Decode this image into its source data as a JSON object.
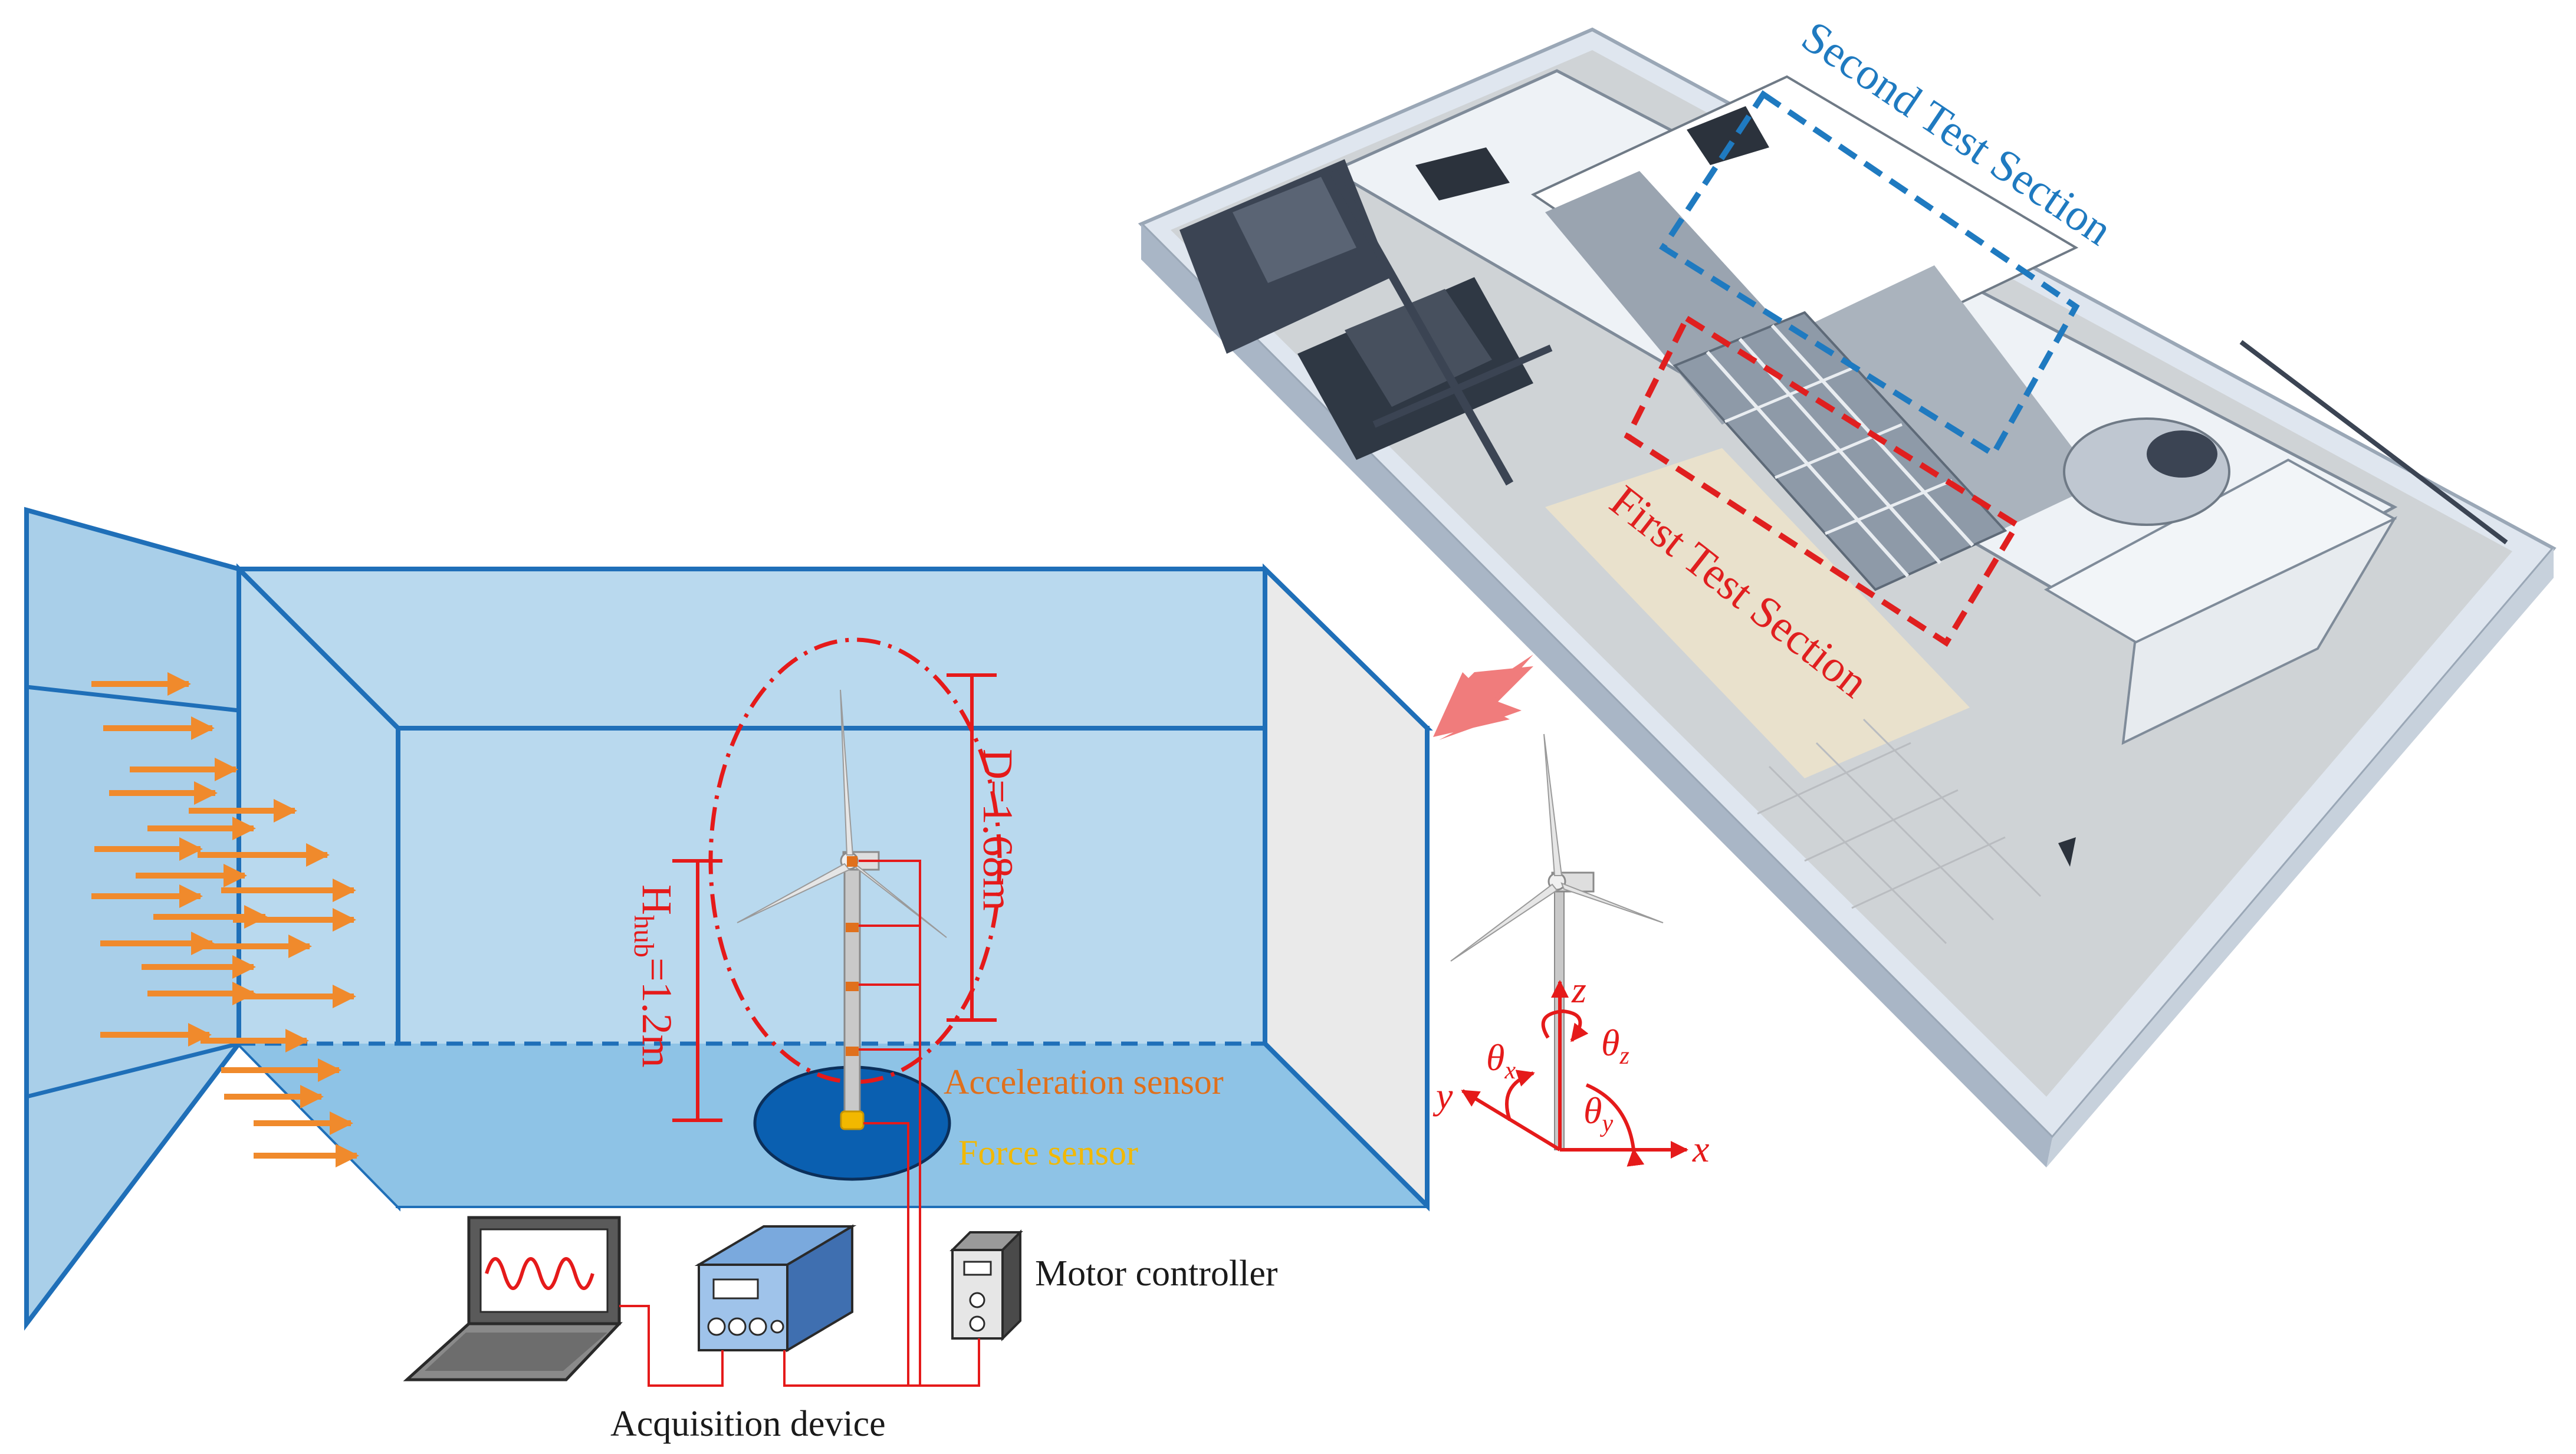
{
  "labels": {
    "second_test_section": "Second Test Section",
    "first_test_section": "First Test Section",
    "diameter": "D=1.68m",
    "hub_height_H": "H",
    "hub_height_sub": "hub",
    "hub_height_value": "=1.2m",
    "acceleration_sensor": "Acceleration sensor",
    "force_sensor": "Force sensor",
    "motor_controller": "Motor controller",
    "acquisition_device": "Acquisition device",
    "axis_x": "x",
    "axis_y": "y",
    "axis_z": "z",
    "theta": "θ",
    "theta_x_sub": "x",
    "theta_y_sub": "y",
    "theta_z_sub": "z"
  },
  "colors": {
    "tunnel_fill": "#b9d9ee",
    "tunnel_edge": "#1f6fb8",
    "floor_fill": "#8ec3e6",
    "flow_arrow": "#f08a2c",
    "dimension_red": "#e51a1a",
    "second_section_blue": "#1f7ac0",
    "first_section_red": "#e01f1f",
    "acceleration_text": "#e0701c",
    "force_text": "#f2b800",
    "pointer_arrow": "#f07c7c",
    "base_disc": "#0a5fb0"
  },
  "icons": {
    "flow": "flow-arrow-icon",
    "laptop": "laptop-icon",
    "acquisition": "acquisition-device-icon",
    "motor": "motor-controller-icon",
    "turbine": "wind-turbine-icon"
  }
}
